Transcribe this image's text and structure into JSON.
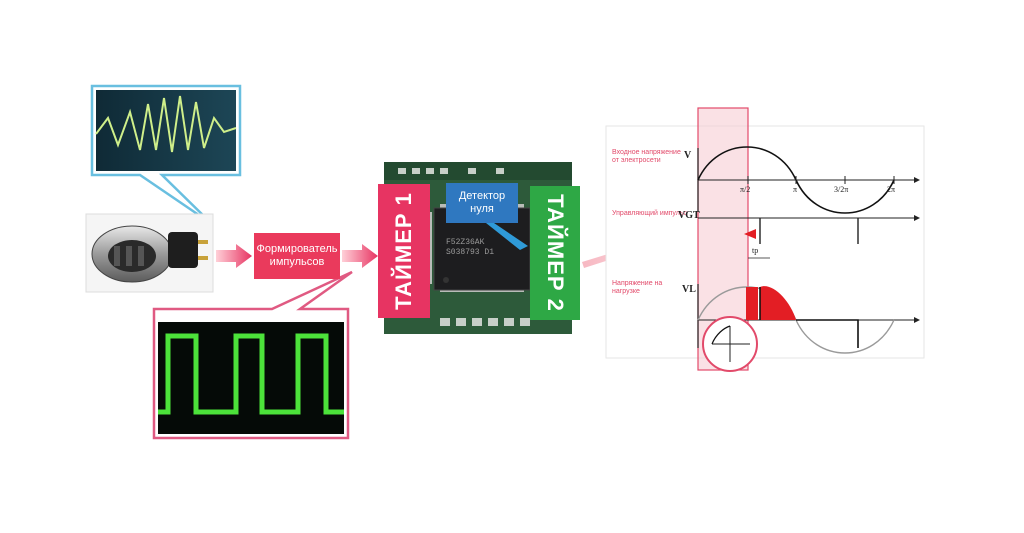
{
  "blocks": {
    "shaper": "Формирователь импульсов",
    "timer1": "ТАЙМЕР 1",
    "timer2": "ТАЙМЕР 2",
    "detector": "Детектор нуля"
  },
  "chip": {
    "marking_lines": [
      "F52Z36AK",
      "S038793 D1"
    ]
  },
  "waveform_panel": {
    "labels": {
      "input_voltage": "Входное напряжение от электросети",
      "control_pulse": "Управляющий импульс",
      "load_voltage": "Напряжение на нагрузке"
    },
    "axis_symbols": {
      "v": "V",
      "vgt": "VGT",
      "vl": "VL",
      "pi_half": "π/2",
      "pi": "π",
      "three_half_pi": "3/2π",
      "two_pi": "2π",
      "tp": "tp"
    }
  },
  "colors": {
    "pink": "#e73462",
    "green": "#2ea845",
    "blue": "#2f78c0",
    "red": "#e31e24",
    "scope_green": "#4ce23a",
    "board_green": "#2d5a3a"
  }
}
